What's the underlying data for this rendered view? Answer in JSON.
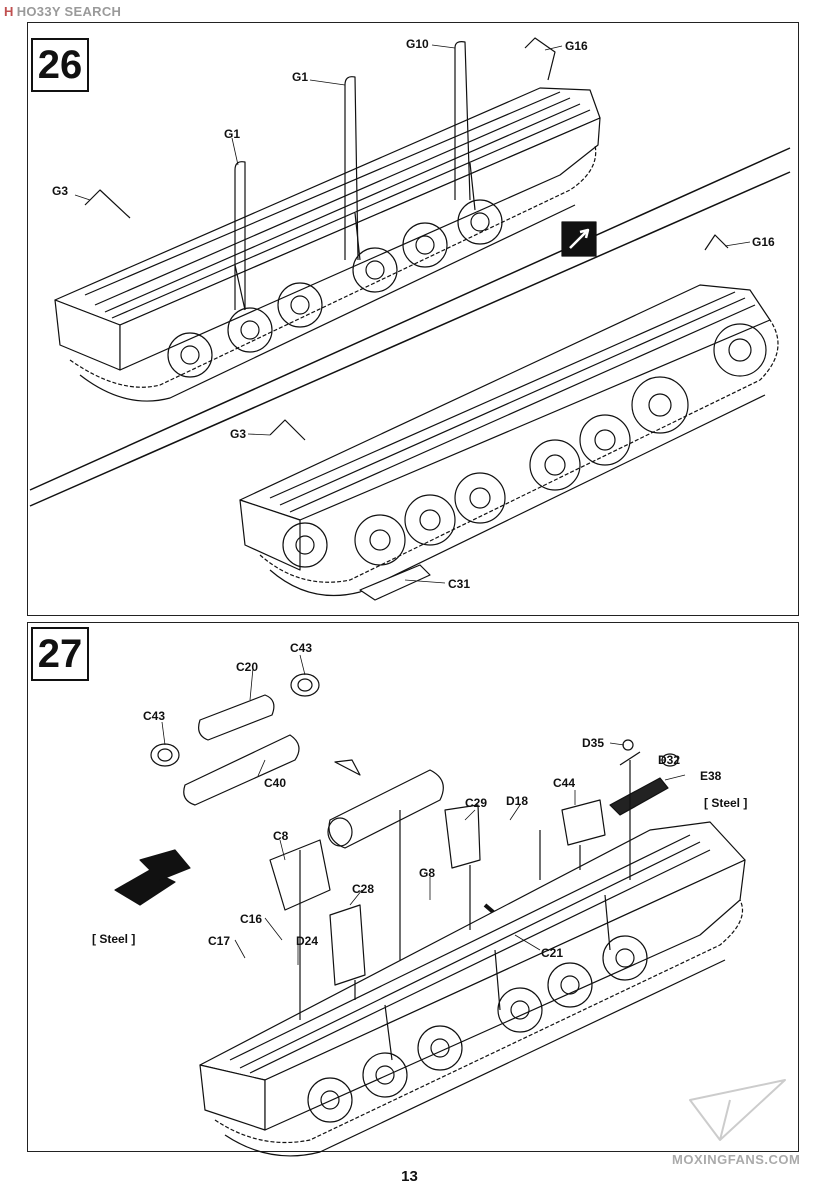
{
  "watermark_top": {
    "logo_text": "H",
    "brand": "HO33Y SEARCH"
  },
  "watermark_bottom": "MOXINGFANS.COM",
  "page_number": "13",
  "step26": {
    "number": "26",
    "labels": {
      "g10": "G10",
      "g16a": "G16",
      "g1a": "G1",
      "g1b": "G1",
      "g3a": "G3",
      "g16b": "G16",
      "g3b": "G3",
      "c31": "C31"
    }
  },
  "step27": {
    "number": "27",
    "labels": {
      "c43a": "C43",
      "c20": "C20",
      "c43b": "C43",
      "c40": "C40",
      "d35": "D35",
      "d32": "D32",
      "e38": "E38",
      "steel_a": "[ Steel ]",
      "c44": "C44",
      "d18": "D18",
      "c29": "C29",
      "c8": "C8",
      "c28": "C28",
      "g8": "G8",
      "c16": "C16",
      "c17": "C17",
      "d24": "D24",
      "c21": "C21",
      "steel_b": "[ Steel ]"
    }
  }
}
